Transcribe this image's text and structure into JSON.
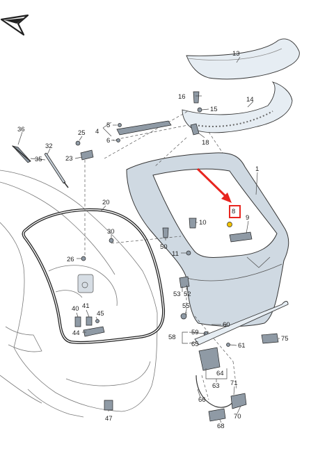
{
  "accent_color": "#e8251f",
  "highlight_color": "#f2c200",
  "logo_icon": "pointer-arrow-logo-icon",
  "labels": {
    "p1": "1",
    "p4": "4",
    "p5": "5",
    "p6": "6",
    "p8": "8",
    "p9": "9",
    "p10": "10",
    "p11": "11",
    "p13": "13",
    "p14": "14",
    "p15": "15",
    "p16": "16",
    "p18": "18",
    "p20": "20",
    "p23": "23",
    "p25": "25",
    "p26": "26",
    "p30": "30",
    "p32": "32",
    "p35": "35",
    "p36": "36",
    "p40": "40",
    "p41": "41",
    "p44": "44",
    "p45": "45",
    "p47": "47",
    "p50": "50",
    "p52": "52",
    "p53": "53",
    "p55": "55",
    "p58": "58",
    "p59": "59",
    "p60": "60",
    "p61": "61",
    "p63": "63",
    "p64": "64",
    "p65": "65",
    "p66": "66",
    "p68": "68",
    "p70": "70",
    "p71": "71",
    "p75": "75"
  }
}
